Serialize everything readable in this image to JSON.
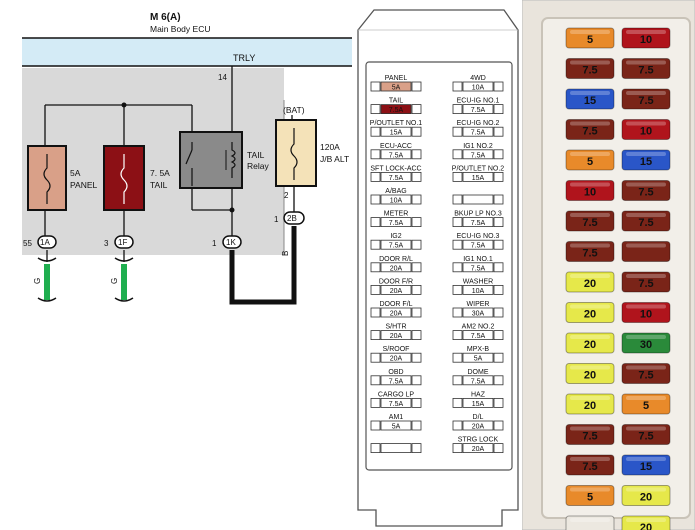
{
  "wiring": {
    "ecu_code": "M 6(A)",
    "ecu_name": "Main Body ECU",
    "bus_label": "TRLY",
    "bus_pin": "14",
    "bat_label": "(BAT)",
    "relay_name": "TAIL",
    "relay_sub": "Relay",
    "fuses": [
      {
        "rating": "5A",
        "name": "PANEL",
        "color": "#d9a088"
      },
      {
        "rating": "7. 5A",
        "name": "TAIL",
        "color": "#8c1015"
      },
      {
        "rating": "120A",
        "name": "J/B ALT",
        "color": "#f4e2b8"
      }
    ],
    "connectors": [
      {
        "pin": "55",
        "id": "1A",
        "wire": "G"
      },
      {
        "pin": "3",
        "id": "1F",
        "wire": "G"
      },
      {
        "pin": "1",
        "id": "1K",
        "wire": ""
      },
      {
        "pin": "1",
        "id": "2B",
        "wire": "B"
      }
    ],
    "fuse_pin": "2",
    "colors": {
      "bus": "#d4ebf6",
      "area": "#d9d9d9",
      "green": "#1fae4f",
      "relay": "#8a8a8a"
    }
  },
  "fusebox": {
    "rows": [
      {
        "left": {
          "name": "PANEL",
          "rating": "5A"
        },
        "right": {
          "name": "4WD",
          "rating": "10A"
        }
      },
      {
        "left": {
          "name": "TAIL",
          "rating": "7.5A"
        },
        "right": {
          "name": "ECU-IG NO.1",
          "rating": "7.5A"
        }
      },
      {
        "left": {
          "name": "P/OUTLET NO.1",
          "rating": "15A"
        },
        "right": {
          "name": "ECU-IG NO.2",
          "rating": "7.5A"
        }
      },
      {
        "left": {
          "name": "ECU-ACC",
          "rating": "7.5A"
        },
        "right": {
          "name": "IG1 NO.2",
          "rating": "7.5A"
        }
      },
      {
        "left": {
          "name": "SFT LOCK-ACC",
          "rating": "7.5A"
        },
        "right": {
          "name": "P/OUTLET NO.2",
          "rating": "15A"
        }
      },
      {
        "left": {
          "name": "A/BAG",
          "rating": "10A"
        },
        "right": {
          "name": "",
          "rating": ""
        }
      },
      {
        "left": {
          "name": "METER",
          "rating": "7.5A"
        },
        "right": {
          "name": "BKUP LP NO.3",
          "rating": "7.5A"
        }
      },
      {
        "left": {
          "name": "IG2",
          "rating": "7.5A"
        },
        "right": {
          "name": "ECU-IG NO.3",
          "rating": "7.5A"
        }
      },
      {
        "left": {
          "name": "DOOR R/L",
          "rating": "20A"
        },
        "right": {
          "name": "IG1 NO.1",
          "rating": "7.5A"
        }
      },
      {
        "left": {
          "name": "DOOR F/R",
          "rating": "20A"
        },
        "right": {
          "name": "WASHER",
          "rating": "10A"
        }
      },
      {
        "left": {
          "name": "DOOR F/L",
          "rating": "20A"
        },
        "right": {
          "name": "WIPER",
          "rating": "30A"
        }
      },
      {
        "left": {
          "name": "S/HTR",
          "rating": "20A"
        },
        "right": {
          "name": "AM2 NO.2",
          "rating": "7.5A"
        }
      },
      {
        "left": {
          "name": "S/ROOF",
          "rating": "20A"
        },
        "right": {
          "name": "MPX-B",
          "rating": "5A"
        }
      },
      {
        "left": {
          "name": "OBD",
          "rating": "7.5A"
        },
        "right": {
          "name": "DOME",
          "rating": "7.5A"
        }
      },
      {
        "left": {
          "name": "CARGO LP",
          "rating": "7.5A"
        },
        "right": {
          "name": "HAZ",
          "rating": "15A"
        }
      },
      {
        "left": {
          "name": "AM1",
          "rating": "5A"
        },
        "right": {
          "name": "D/L",
          "rating": "20A"
        }
      },
      {
        "left": {
          "name": "",
          "rating": ""
        },
        "right": {
          "name": "STRG LOCK",
          "rating": "20A"
        }
      }
    ],
    "highlights": {
      "panel": "#d9a088",
      "tail": "#8c1015"
    }
  },
  "photo": {
    "fuses": [
      {
        "label": "5",
        "color": "#e88a2a"
      },
      {
        "label": "10",
        "color": "#b0141c"
      },
      {
        "label": "7.5",
        "color": "#7a2418"
      },
      {
        "label": "7.5",
        "color": "#7a2418"
      },
      {
        "label": "15",
        "color": "#2a56c8"
      },
      {
        "label": "7.5",
        "color": "#7a2418"
      },
      {
        "label": "7.5",
        "color": "#7a2418"
      },
      {
        "label": "10",
        "color": "#b0141c"
      },
      {
        "label": "5",
        "color": "#e88a2a"
      },
      {
        "label": "15",
        "color": "#2a56c8"
      },
      {
        "label": "10",
        "color": "#b0141c"
      },
      {
        "label": "7.5",
        "color": "#7a2418"
      },
      {
        "label": "7.5",
        "color": "#7a2418"
      },
      {
        "label": "7.5",
        "color": "#7a2418"
      },
      {
        "label": "7.5",
        "color": "#7a2418"
      },
      {
        "label": "",
        "color": "#7a2418"
      },
      {
        "label": "20",
        "color": "#e6e84a"
      },
      {
        "label": "7.5",
        "color": "#7a2418"
      },
      {
        "label": "20",
        "color": "#e6e84a"
      },
      {
        "label": "10",
        "color": "#b0141c"
      },
      {
        "label": "20",
        "color": "#e6e84a"
      },
      {
        "label": "30",
        "color": "#2a8a3a"
      },
      {
        "label": "20",
        "color": "#e6e84a"
      },
      {
        "label": "7.5",
        "color": "#7a2418"
      },
      {
        "label": "20",
        "color": "#e6e84a"
      },
      {
        "label": "5",
        "color": "#e88a2a"
      },
      {
        "label": "7.5",
        "color": "#7a2418"
      },
      {
        "label": "7.5",
        "color": "#7a2418"
      },
      {
        "label": "7.5",
        "color": "#7a2418"
      },
      {
        "label": "15",
        "color": "#2a56c8"
      },
      {
        "label": "5",
        "color": "#e88a2a"
      },
      {
        "label": "20",
        "color": "#e6e84a"
      },
      {
        "label": "",
        "color": "#ece8e0"
      },
      {
        "label": "20",
        "color": "#e6e84a"
      }
    ],
    "background": "#e9e4dc"
  }
}
